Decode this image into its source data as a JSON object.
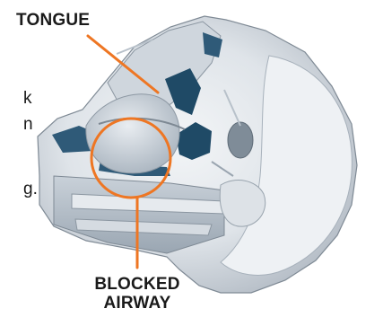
{
  "labels": {
    "tongue": "TONGUE",
    "airway_line1": "BLOCKED",
    "airway_line2": "AIRWAY"
  },
  "text_fragments": [
    "k",
    "n",
    "g."
  ],
  "colors": {
    "callout": "#ee7623",
    "label_text": "#1a1a1a",
    "airway_dark": "#2f5a78"
  }
}
